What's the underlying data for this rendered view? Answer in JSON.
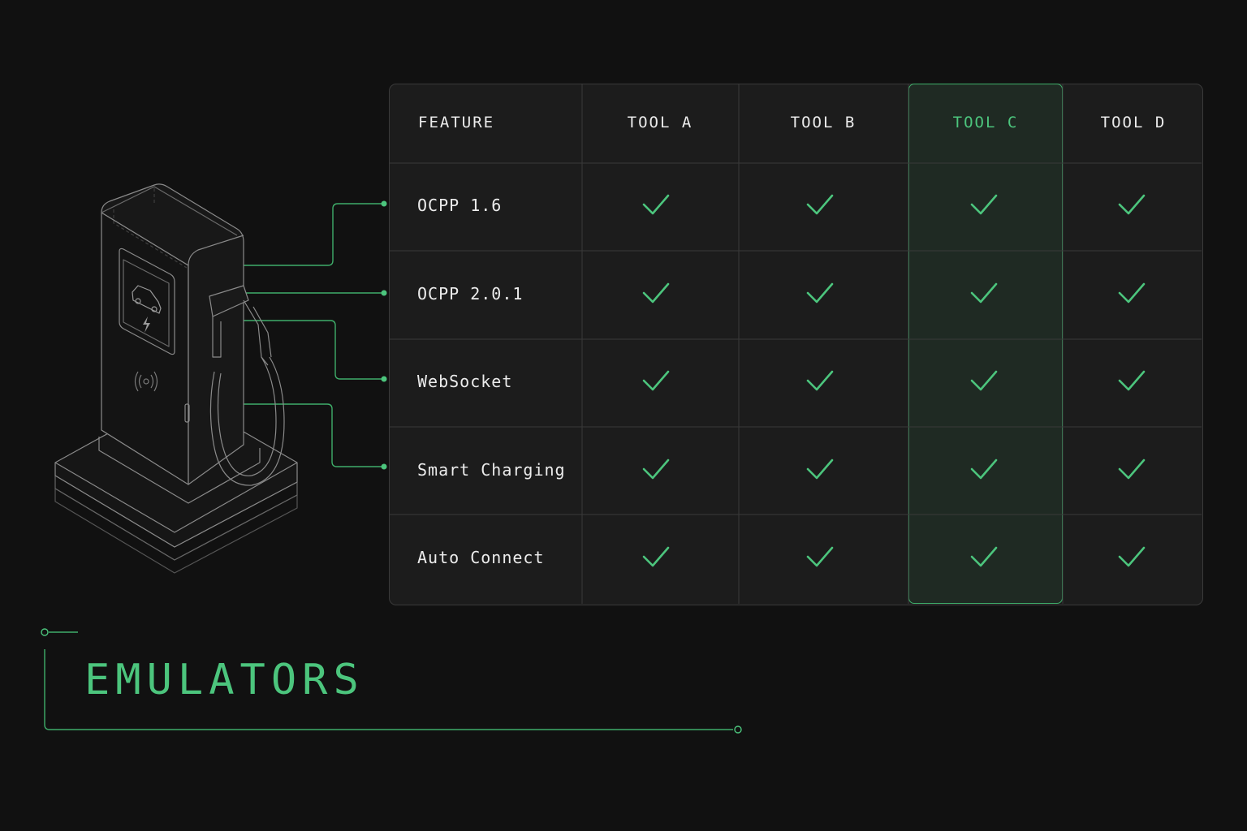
{
  "title": "EMULATORS",
  "table": {
    "header": [
      "FEATURE",
      "TOOL A",
      "TOOL B",
      "TOOL C",
      "TOOL D"
    ],
    "highlighted_column": "TOOL C",
    "rows": [
      {
        "feature": "OCPP 1.6",
        "values": [
          "check",
          "check",
          "check",
          "check"
        ]
      },
      {
        "feature": "OCPP 2.0.1",
        "values": [
          "check",
          "check",
          "check",
          "check"
        ]
      },
      {
        "feature": "WebSocket",
        "values": [
          "check",
          "check",
          "check",
          "check"
        ]
      },
      {
        "feature": "Smart Charging",
        "values": [
          "check",
          "check",
          "check",
          "check"
        ]
      },
      {
        "feature": "Auto Connect",
        "values": [
          "check",
          "check",
          "check",
          "check"
        ]
      }
    ]
  },
  "icons": [
    "ev-charger-icon",
    "car-icon",
    "lightning-icon",
    "nfc-icon",
    "check-icon"
  ],
  "colors": {
    "background": "#111111",
    "accent": "#4cc57d",
    "panel": "#1c1c1c",
    "grid": "#3a3a3a",
    "text": "#ececec"
  }
}
